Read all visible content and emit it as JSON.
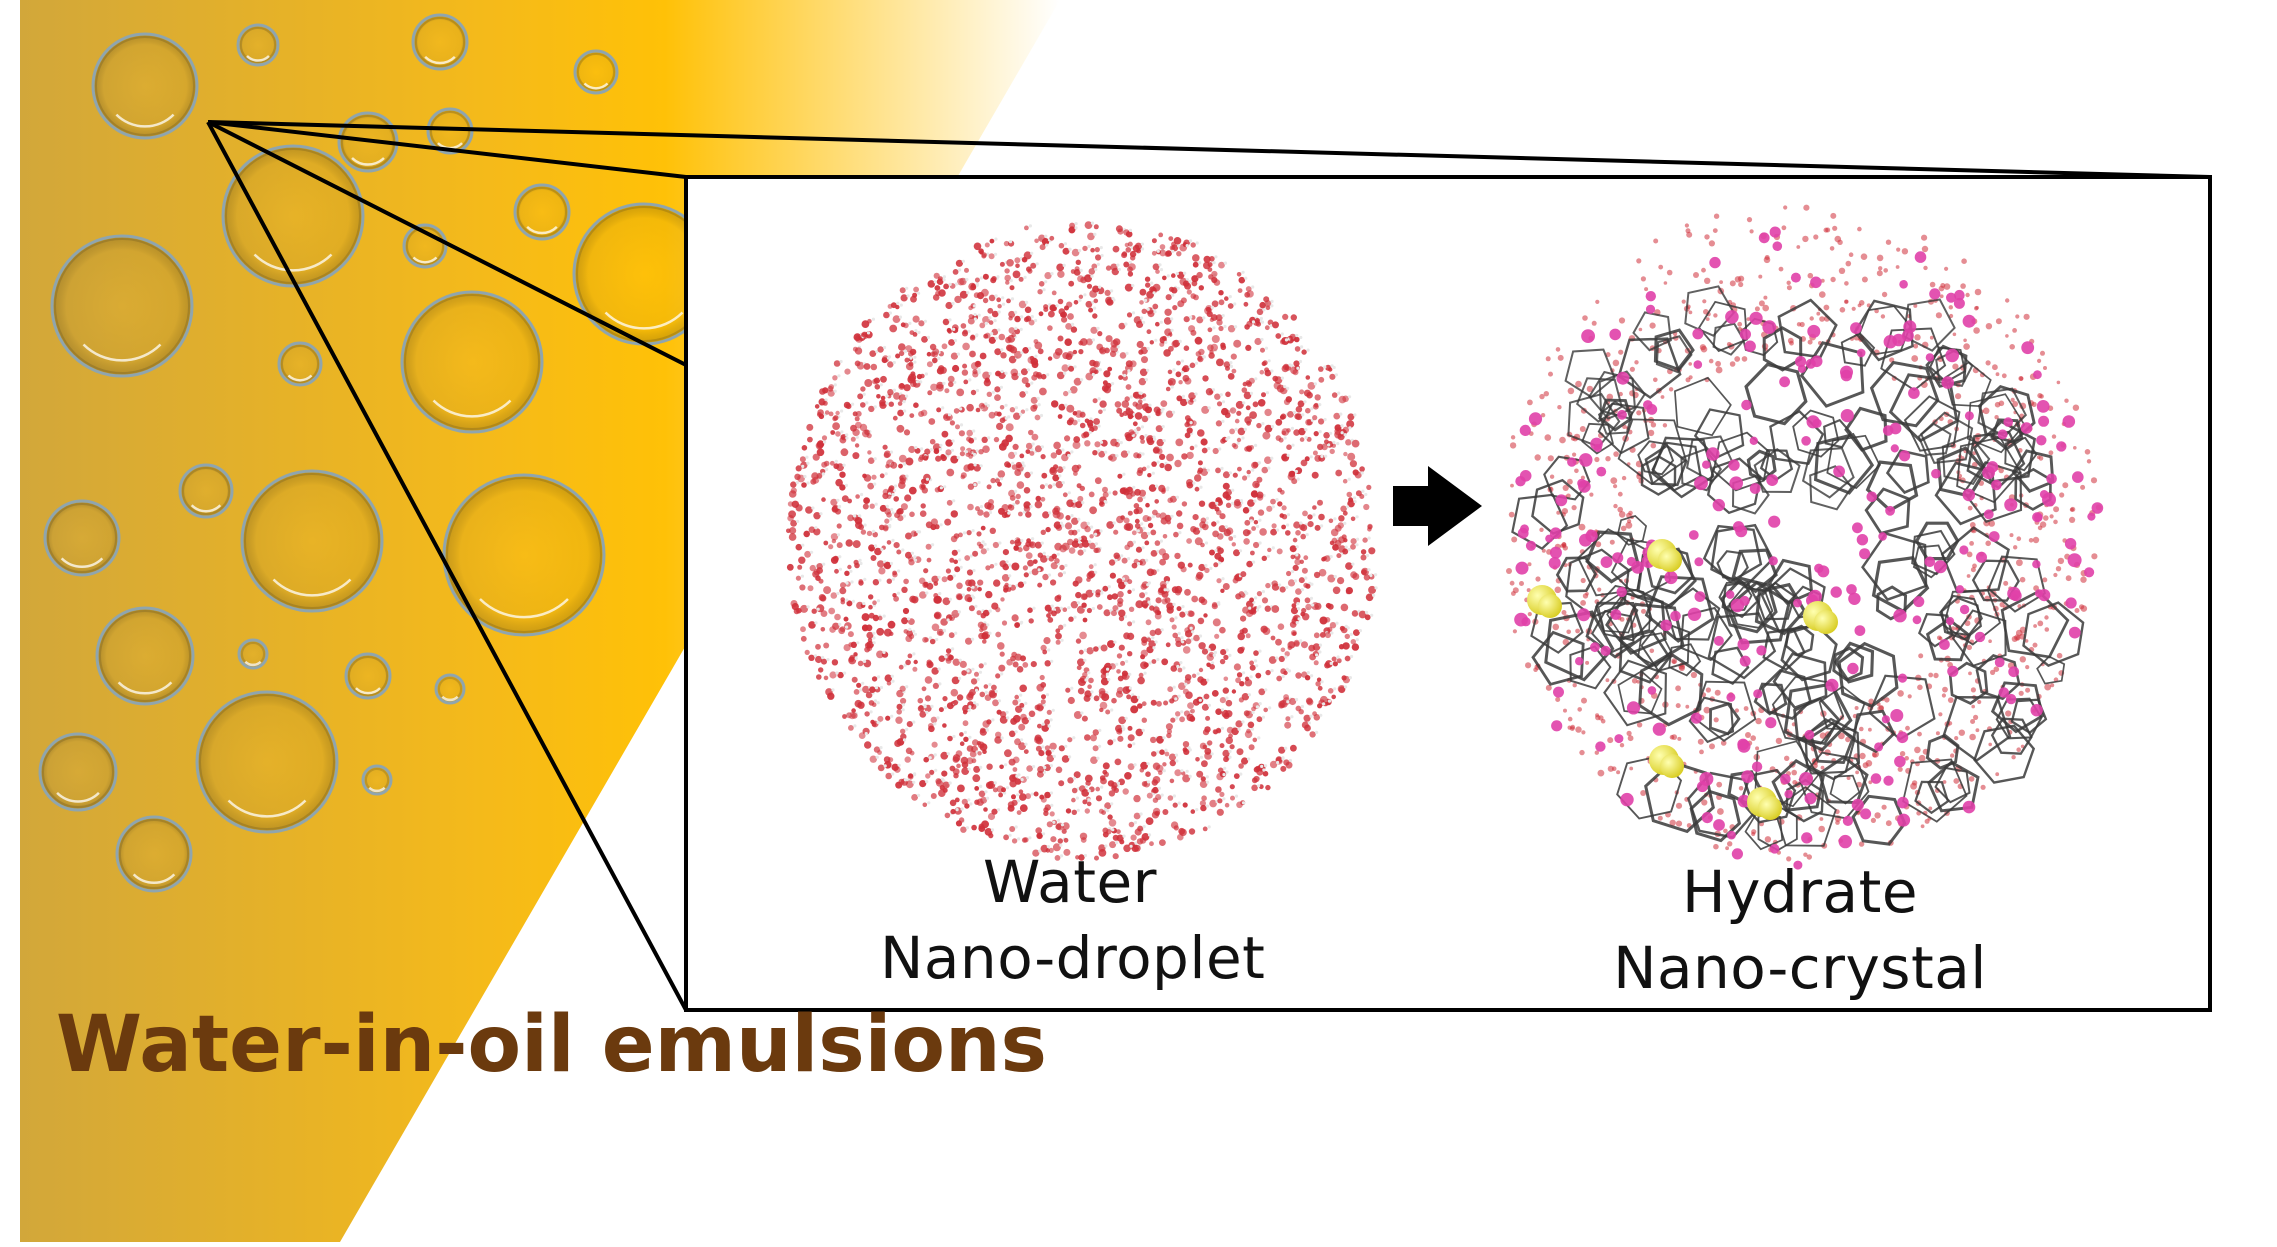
{
  "title": "Water-in-oil emulsions",
  "water": {
    "line1": "Water",
    "line2": "Nano-droplet"
  },
  "hydrate": {
    "line1": "Hydrate",
    "line2": "Nano-crystal"
  },
  "colors": {
    "oil_dark": "#D4A72C",
    "oil_bright": "#FFC107",
    "title_brown": "#6B3A0E",
    "oxygen_red": "#D0303A",
    "guest_magenta": "#E040A8",
    "guest_yellow": "#F2E63C",
    "cage_gray": "#3A3A3A"
  },
  "icons": [
    "arrow-right-icon"
  ]
}
